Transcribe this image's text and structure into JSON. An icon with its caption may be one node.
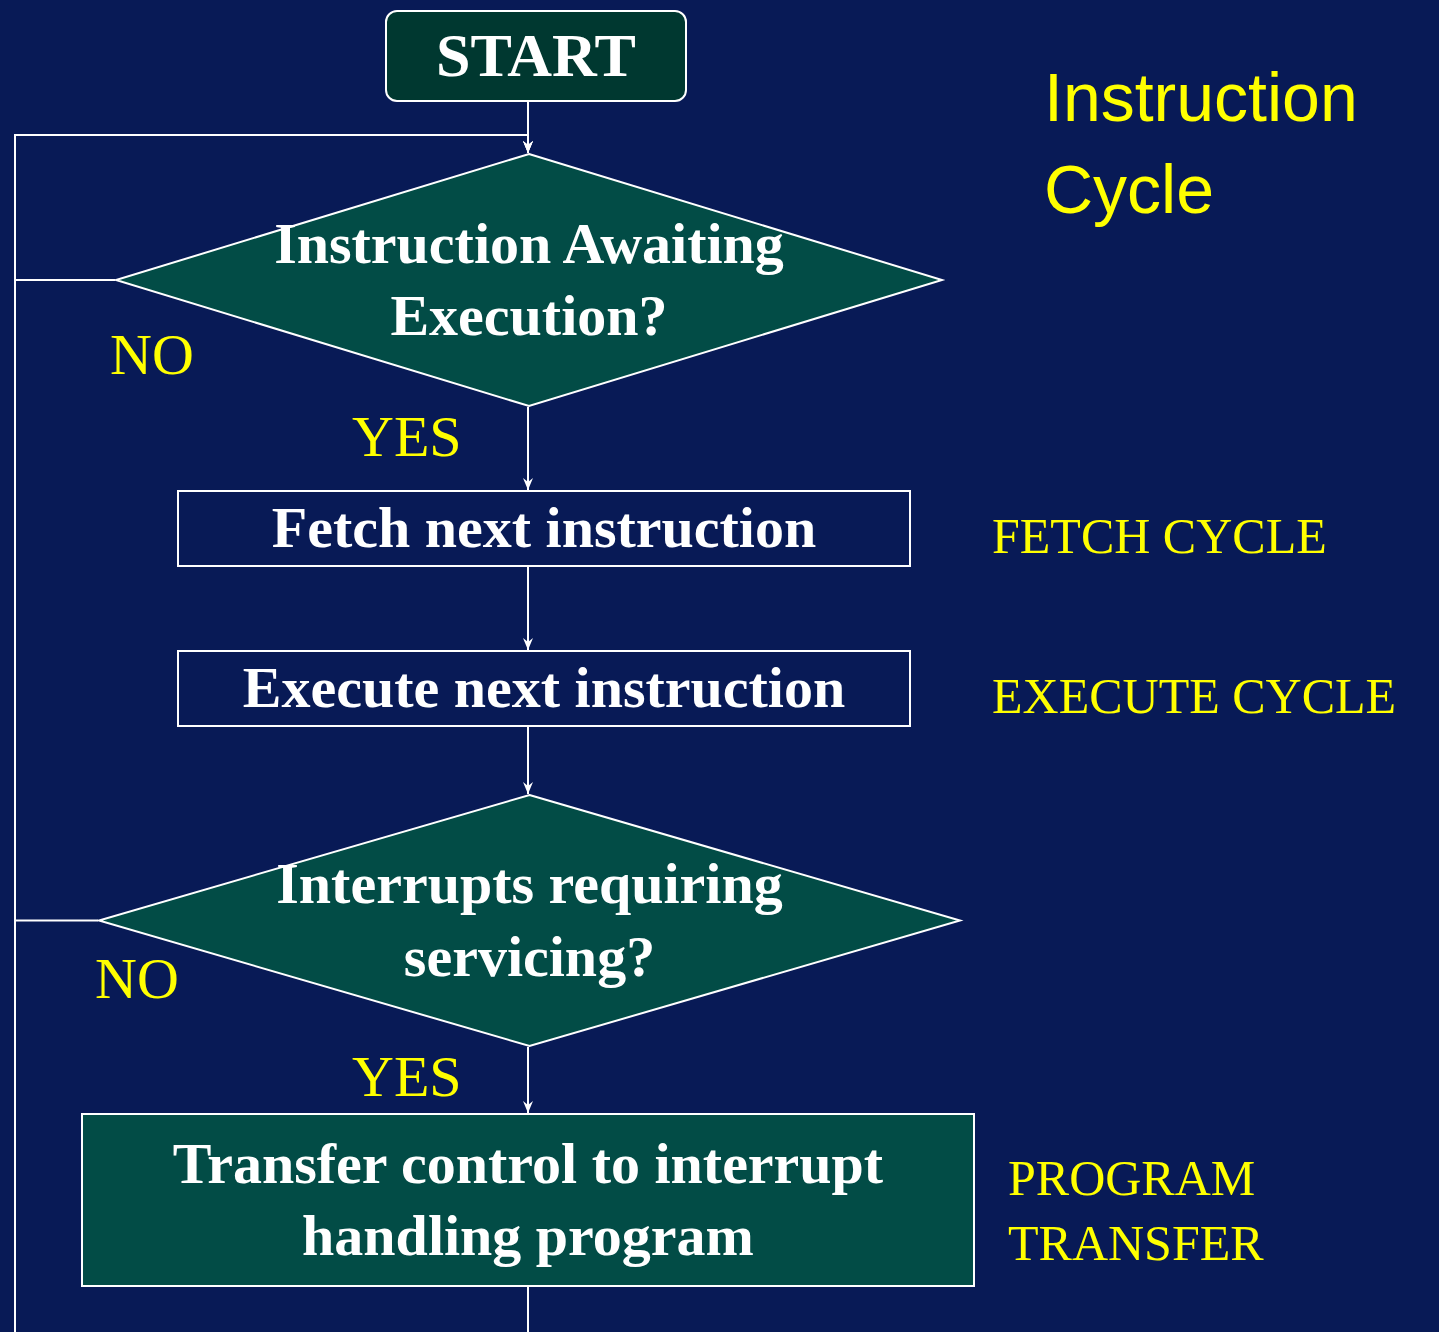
{
  "diagram": {
    "title": "Instruction Cycle",
    "nodes": [
      {
        "text": [
          "START"
        ]
      },
      {
        "text": [
          "Instruction Awaiting Execution?"
        ]
      },
      {
        "text": [
          "Fetch next instruction"
        ],
        "beside": [
          "FETCH CYCLE"
        ]
      },
      {
        "text": [
          "Execute next instruction"
        ],
        "beside": [
          "EXECUTE CYCLE"
        ]
      },
      {
        "text": [
          "Interrupts requiring servicing?"
        ]
      },
      {
        "text": [
          "Transfer control to interrupt handling program"
        ],
        "beside": [
          "PROGRAM TRANSFER"
        ]
      }
    ],
    "edges": [
      {
        "from": 0,
        "to": 1,
        "arrow": "none"
      },
      {
        "from": 1,
        "to": 1,
        "arrow": "to",
        "label": "NO"
      },
      {
        "from": 1,
        "to": 2,
        "arrow": "to",
        "label": "YES"
      },
      {
        "from": 2,
        "to": 3,
        "arrow": "to"
      },
      {
        "from": 3,
        "to": 4,
        "arrow": "to"
      },
      {
        "from": 4,
        "to": 1,
        "arrow": "to",
        "label": "NO"
      },
      {
        "from": 4,
        "to": 5,
        "arrow": "to",
        "label": "YES"
      },
      {
        "from": 5,
        "to": 1,
        "arrow": "to"
      }
    ]
  }
}
